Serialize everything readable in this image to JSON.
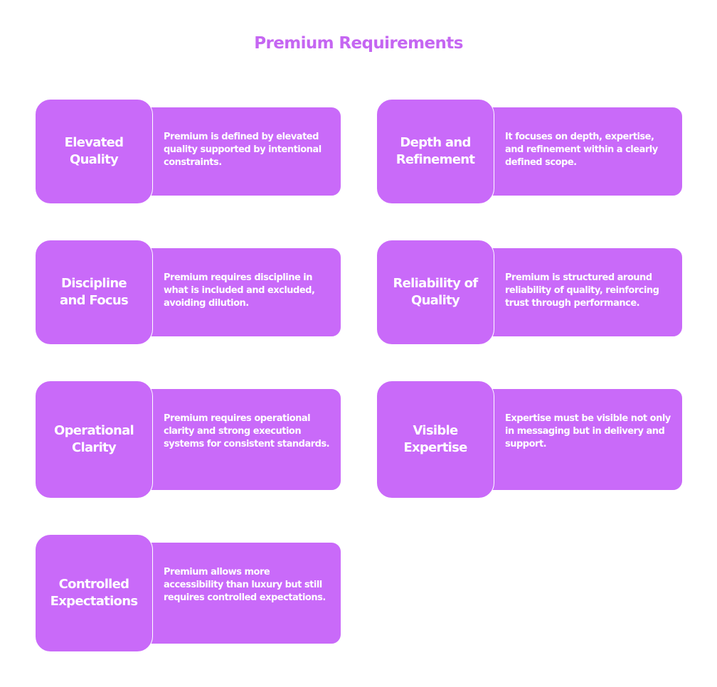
{
  "diagram": {
    "title": "Premium Requirements",
    "cards": [
      {
        "title": "Elevated Quality",
        "description": "Premium is defined by elevated quality supported by intentional constraints."
      },
      {
        "title": "Depth and Refinement",
        "description": "It focuses on depth, expertise, and refinement within a clearly defined scope."
      },
      {
        "title": "Discipline and Focus",
        "description": "Premium requires discipline in what is included and excluded, avoiding dilution."
      },
      {
        "title": "Reliability of Quality",
        "description": "Premium is structured around reliability of quality, reinforcing trust through performance."
      },
      {
        "title": "Operational Clarity",
        "description": "Premium requires operational clarity and strong execution systems for consistent standards."
      },
      {
        "title": "Visible Expertise",
        "description": "Expertise must be visible not only in messaging but in delivery and support."
      },
      {
        "title": "Controlled Expectations",
        "description": "Premium allows more accessibility than luxury but still requires controlled expectations."
      }
    ]
  },
  "colors": {
    "accent": "#c96af9",
    "title_text": "#c566f2",
    "card_text": "#ffffff",
    "background": "#ffffff"
  }
}
